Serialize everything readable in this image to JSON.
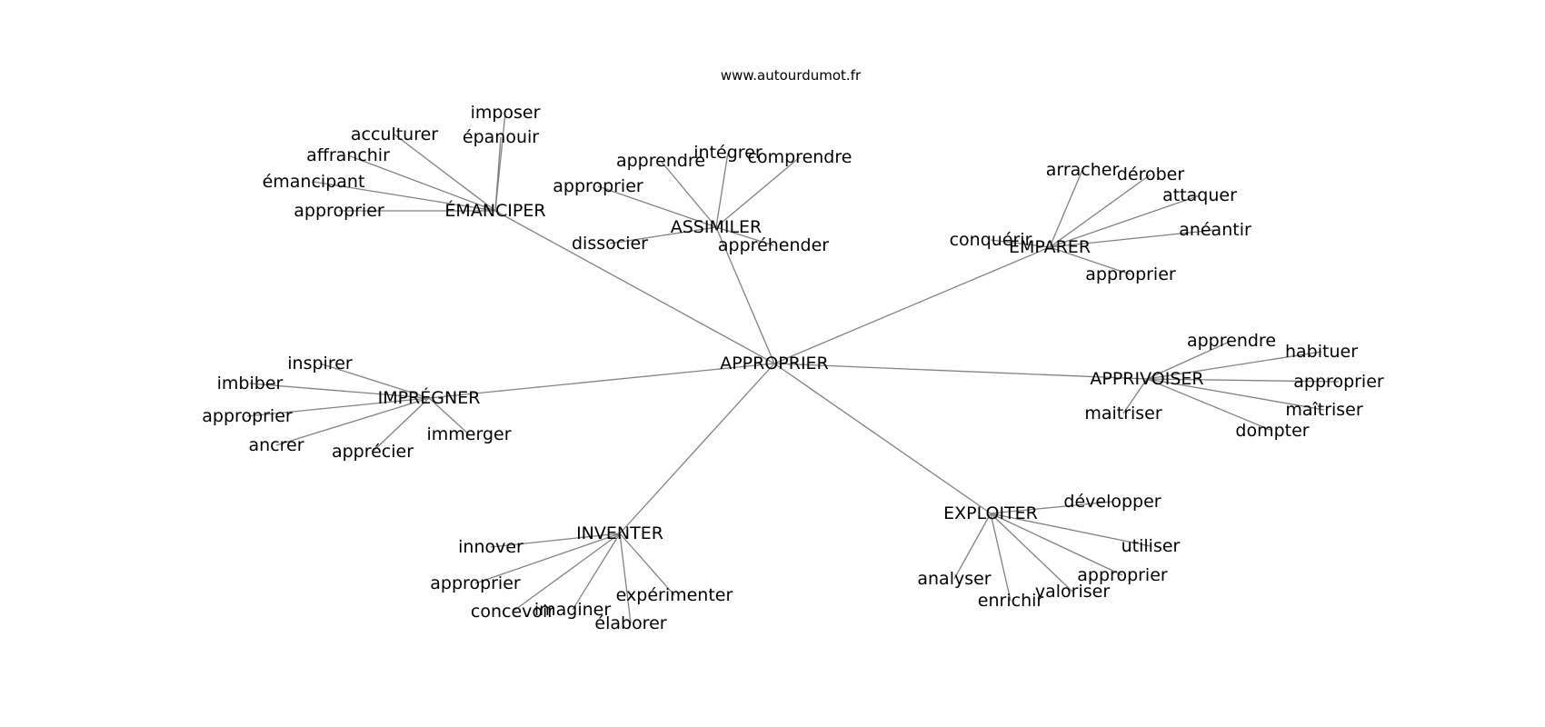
{
  "header": {
    "source": "www.autourdumot.fr"
  },
  "colors": {
    "edge": "#808080",
    "text": "#000000",
    "background": "#ffffff"
  },
  "graph": {
    "center": "APPROPRIER",
    "clusters": [
      {
        "hub": "ÉMANCIPER",
        "leaves": [
          "imposer",
          "épanouir",
          "acculturer",
          "affranchir",
          "émancipant",
          "approprier"
        ]
      },
      {
        "hub": "ASSIMILER",
        "leaves": [
          "intégrer",
          "apprendre",
          "comprendre",
          "approprier",
          "dissocier",
          "appréhender"
        ]
      },
      {
        "hub": "EMPARER",
        "leaves": [
          "arracher",
          "dérober",
          "attaquer",
          "anéantir",
          "conquérir",
          "approprier"
        ]
      },
      {
        "hub": "IMPRÉGNER",
        "leaves": [
          "inspirer",
          "imbiber",
          "approprier",
          "ancrer",
          "apprécier",
          "immerger"
        ]
      },
      {
        "hub": "APPRIVOISER",
        "leaves": [
          "apprendre",
          "habituer",
          "approprier",
          "maîtriser",
          "maitriser",
          "dompter"
        ]
      },
      {
        "hub": "INVENTER",
        "leaves": [
          "innover",
          "approprier",
          "concevoir",
          "imaginer",
          "élaborer",
          "expérimenter"
        ]
      },
      {
        "hub": "EXPLOITER",
        "leaves": [
          "développer",
          "utiliser",
          "approprier",
          "valoriser",
          "enrichir",
          "analyser"
        ]
      }
    ]
  }
}
